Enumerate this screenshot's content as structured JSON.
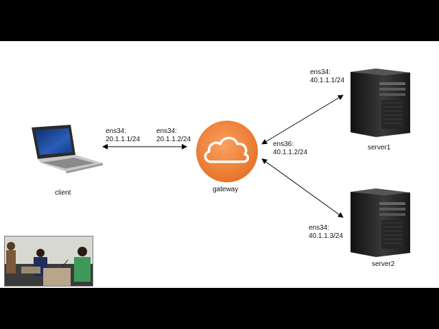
{
  "nodes": {
    "client": {
      "label": "client",
      "icon": "laptop-icon"
    },
    "gateway": {
      "label": "gateway",
      "icon": "cloud-icon",
      "color": "#F58536"
    },
    "server1": {
      "label": "server1",
      "icon": "server-tower-icon"
    },
    "server2": {
      "label": "server2",
      "icon": "server-tower-icon"
    }
  },
  "interfaces": {
    "client_if": {
      "name": "ens34:",
      "ip": "20.1.1.1/24"
    },
    "gw_client_if": {
      "name": "ens34:",
      "ip": "20.1.1.2/24"
    },
    "gw_server_if": {
      "name": "ens36:",
      "ip": "40.1.1.2/24"
    },
    "server1_if": {
      "name": "ens34:",
      "ip": "40.1.1.1/24"
    },
    "server2_if": {
      "name": "ens34:",
      "ip": "40.1.1.3/24"
    }
  },
  "edges": [
    {
      "from": "client",
      "to": "gateway",
      "arrows": "both"
    },
    {
      "from": "gateway",
      "to": "server1",
      "arrows": "both"
    },
    {
      "from": "gateway",
      "to": "server2",
      "arrows": "both"
    }
  ],
  "video_inset": {
    "content": "speaker-camera-feed"
  }
}
